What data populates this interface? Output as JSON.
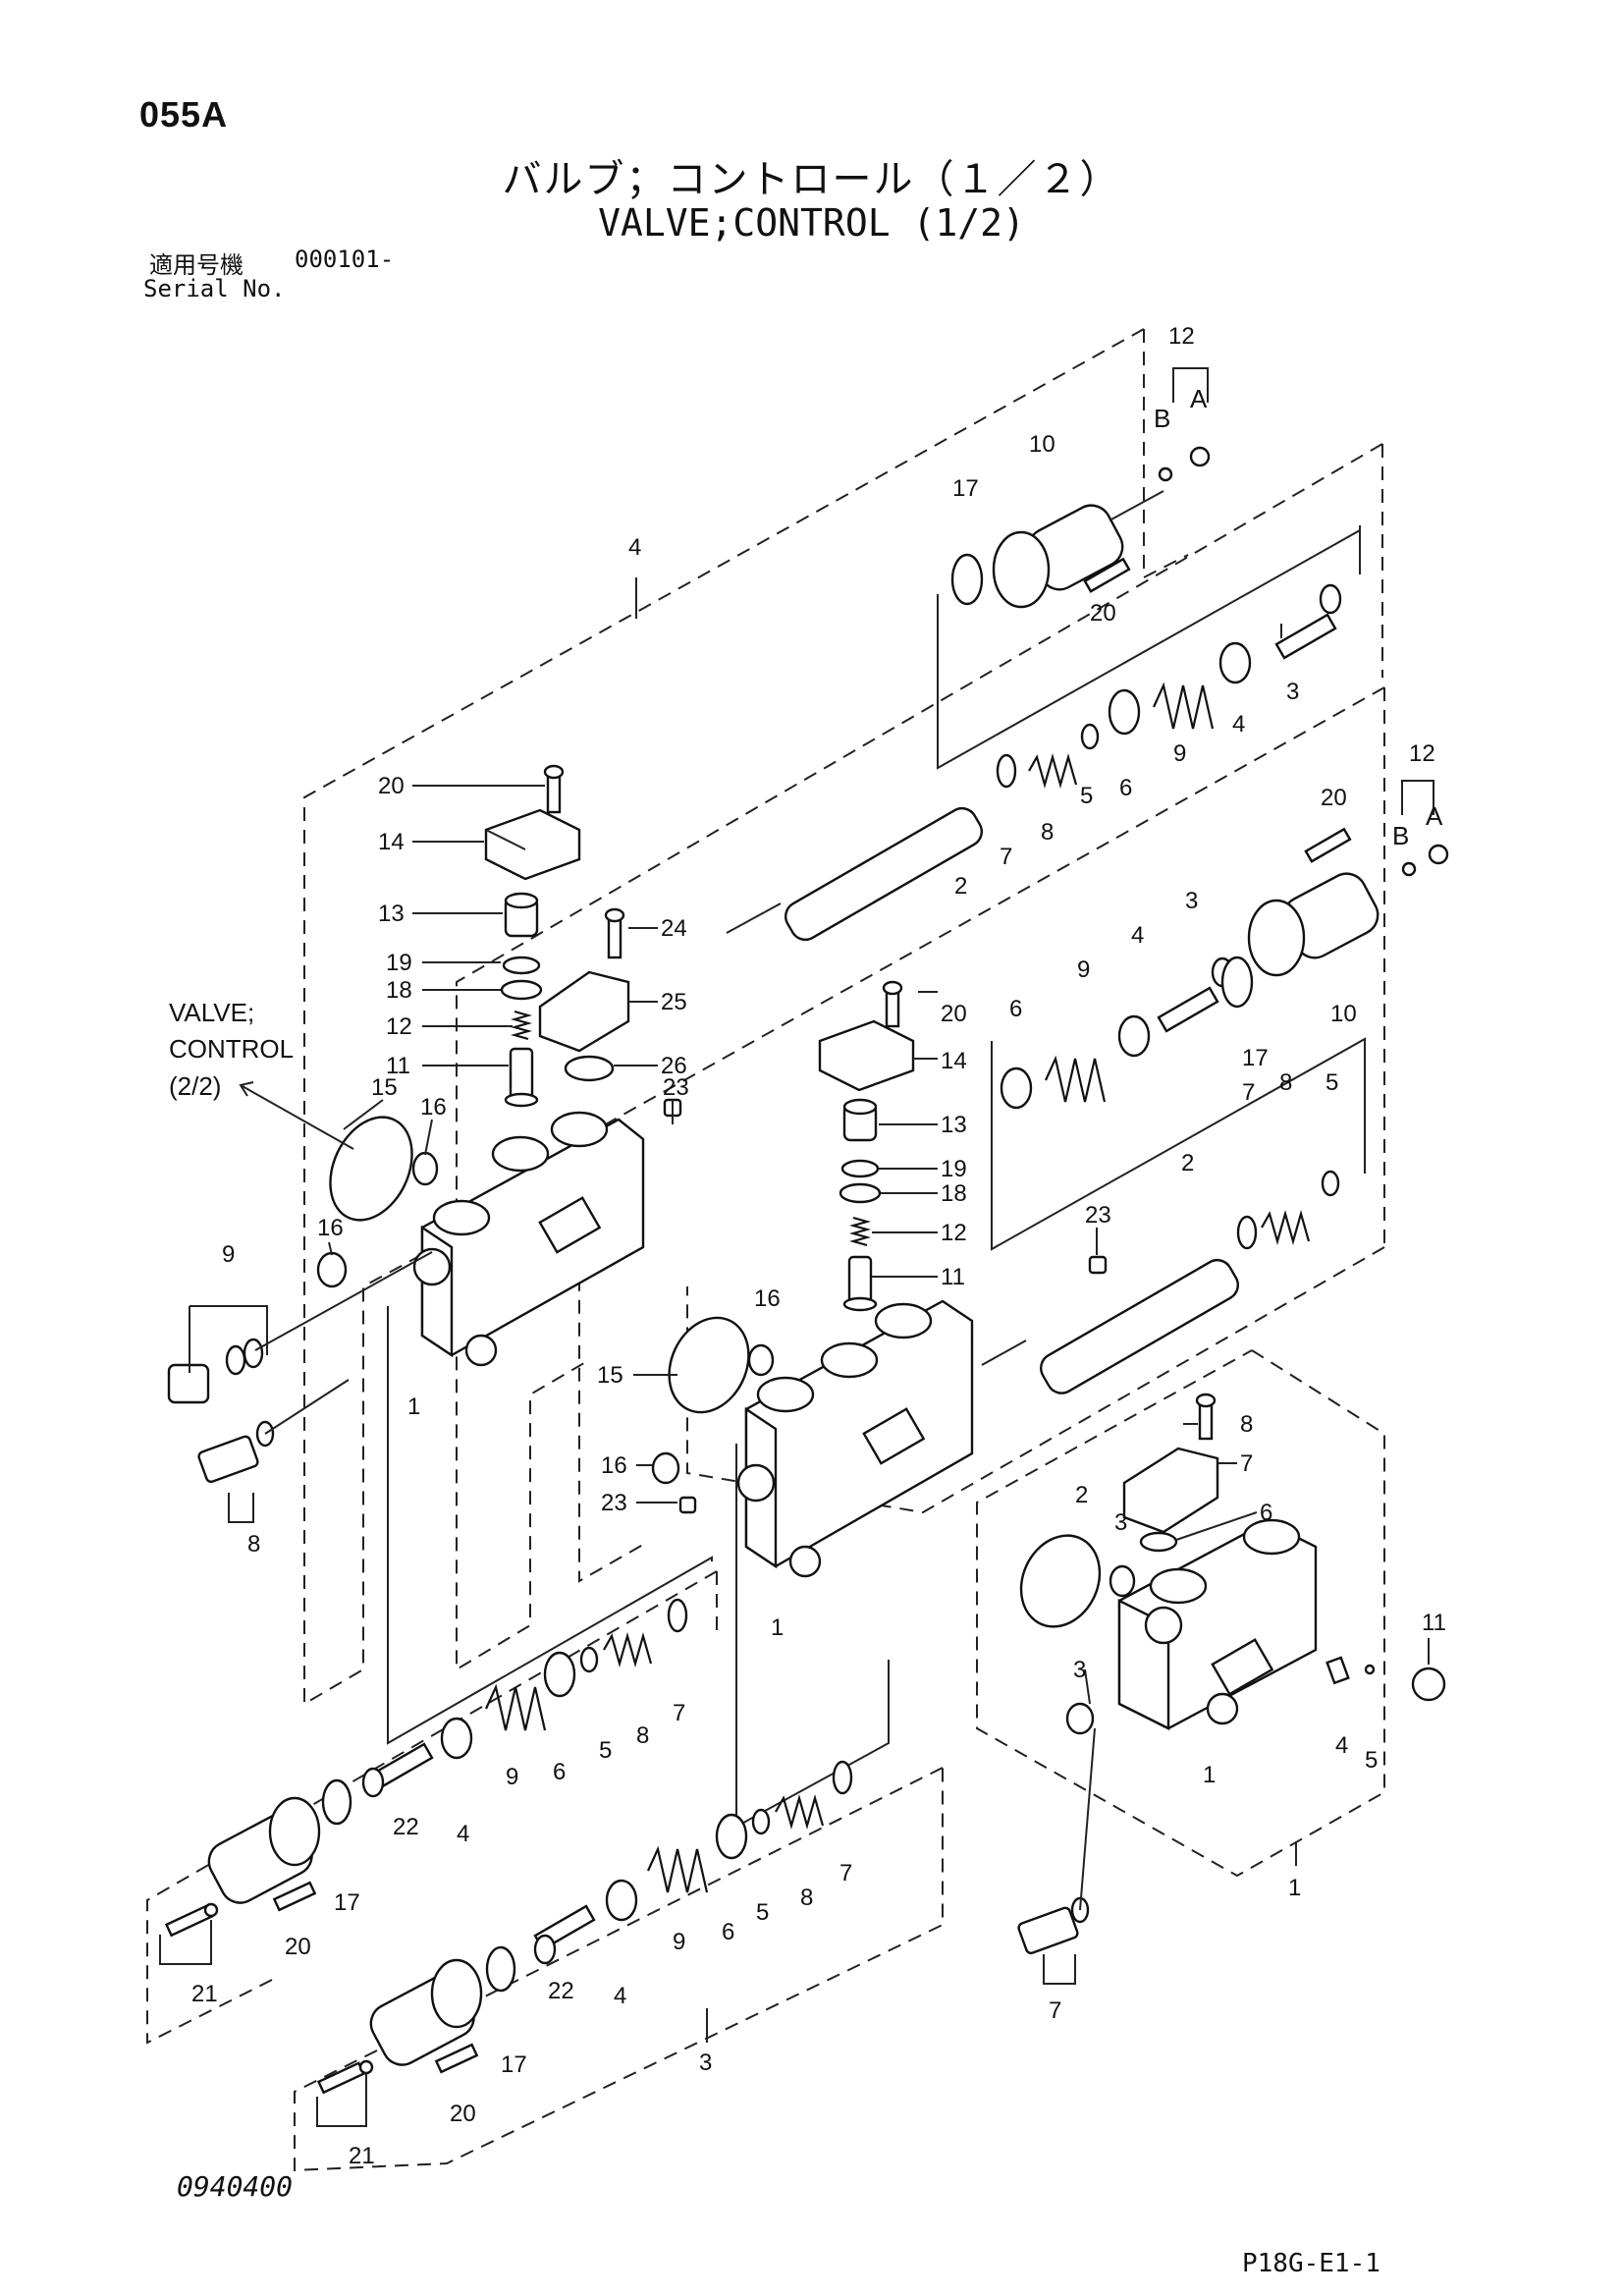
{
  "header": {
    "page_code": "055A",
    "title_jp": "バルブ；コントロール（１／２）",
    "title_en": "VALVE;CONTROL (1/2)",
    "serial_label_jp": "適用号機",
    "serial_value": "000101-",
    "serial_label_en": "Serial No."
  },
  "callouts": {
    "section1": [
      "4",
      "12",
      "B",
      "A",
      "10",
      "17",
      "20",
      "3",
      "4",
      "9",
      "6",
      "5",
      "8",
      "7",
      "2",
      "20",
      "14",
      "13",
      "24",
      "19",
      "18",
      "25",
      "12",
      "11",
      "26",
      "15",
      "16",
      "23",
      "16",
      "9",
      "1",
      "8"
    ],
    "section2": [
      "12",
      "B",
      "A",
      "20",
      "3",
      "4",
      "9",
      "6",
      "10",
      "17",
      "20",
      "14",
      "13",
      "19",
      "18",
      "12",
      "11",
      "23",
      "7",
      "8",
      "5",
      "2",
      "16",
      "15",
      "16",
      "23",
      "1"
    ],
    "section3": [
      "8",
      "7",
      "2",
      "3",
      "6",
      "11",
      "3",
      "4",
      "5",
      "1",
      "1",
      "7"
    ],
    "section_lower": [
      "9",
      "6",
      "5",
      "8",
      "7",
      "22",
      "4",
      "17",
      "21",
      "20",
      "9",
      "6",
      "5",
      "8",
      "7",
      "22",
      "4",
      "17",
      "21",
      "20",
      "3"
    ]
  },
  "reference": {
    "line1": "VALVE;",
    "line2": "CONTROL",
    "line3": "(2/2)"
  },
  "footer": {
    "drawing_number": "0940400",
    "figure_code": "P18G-E1-1"
  }
}
